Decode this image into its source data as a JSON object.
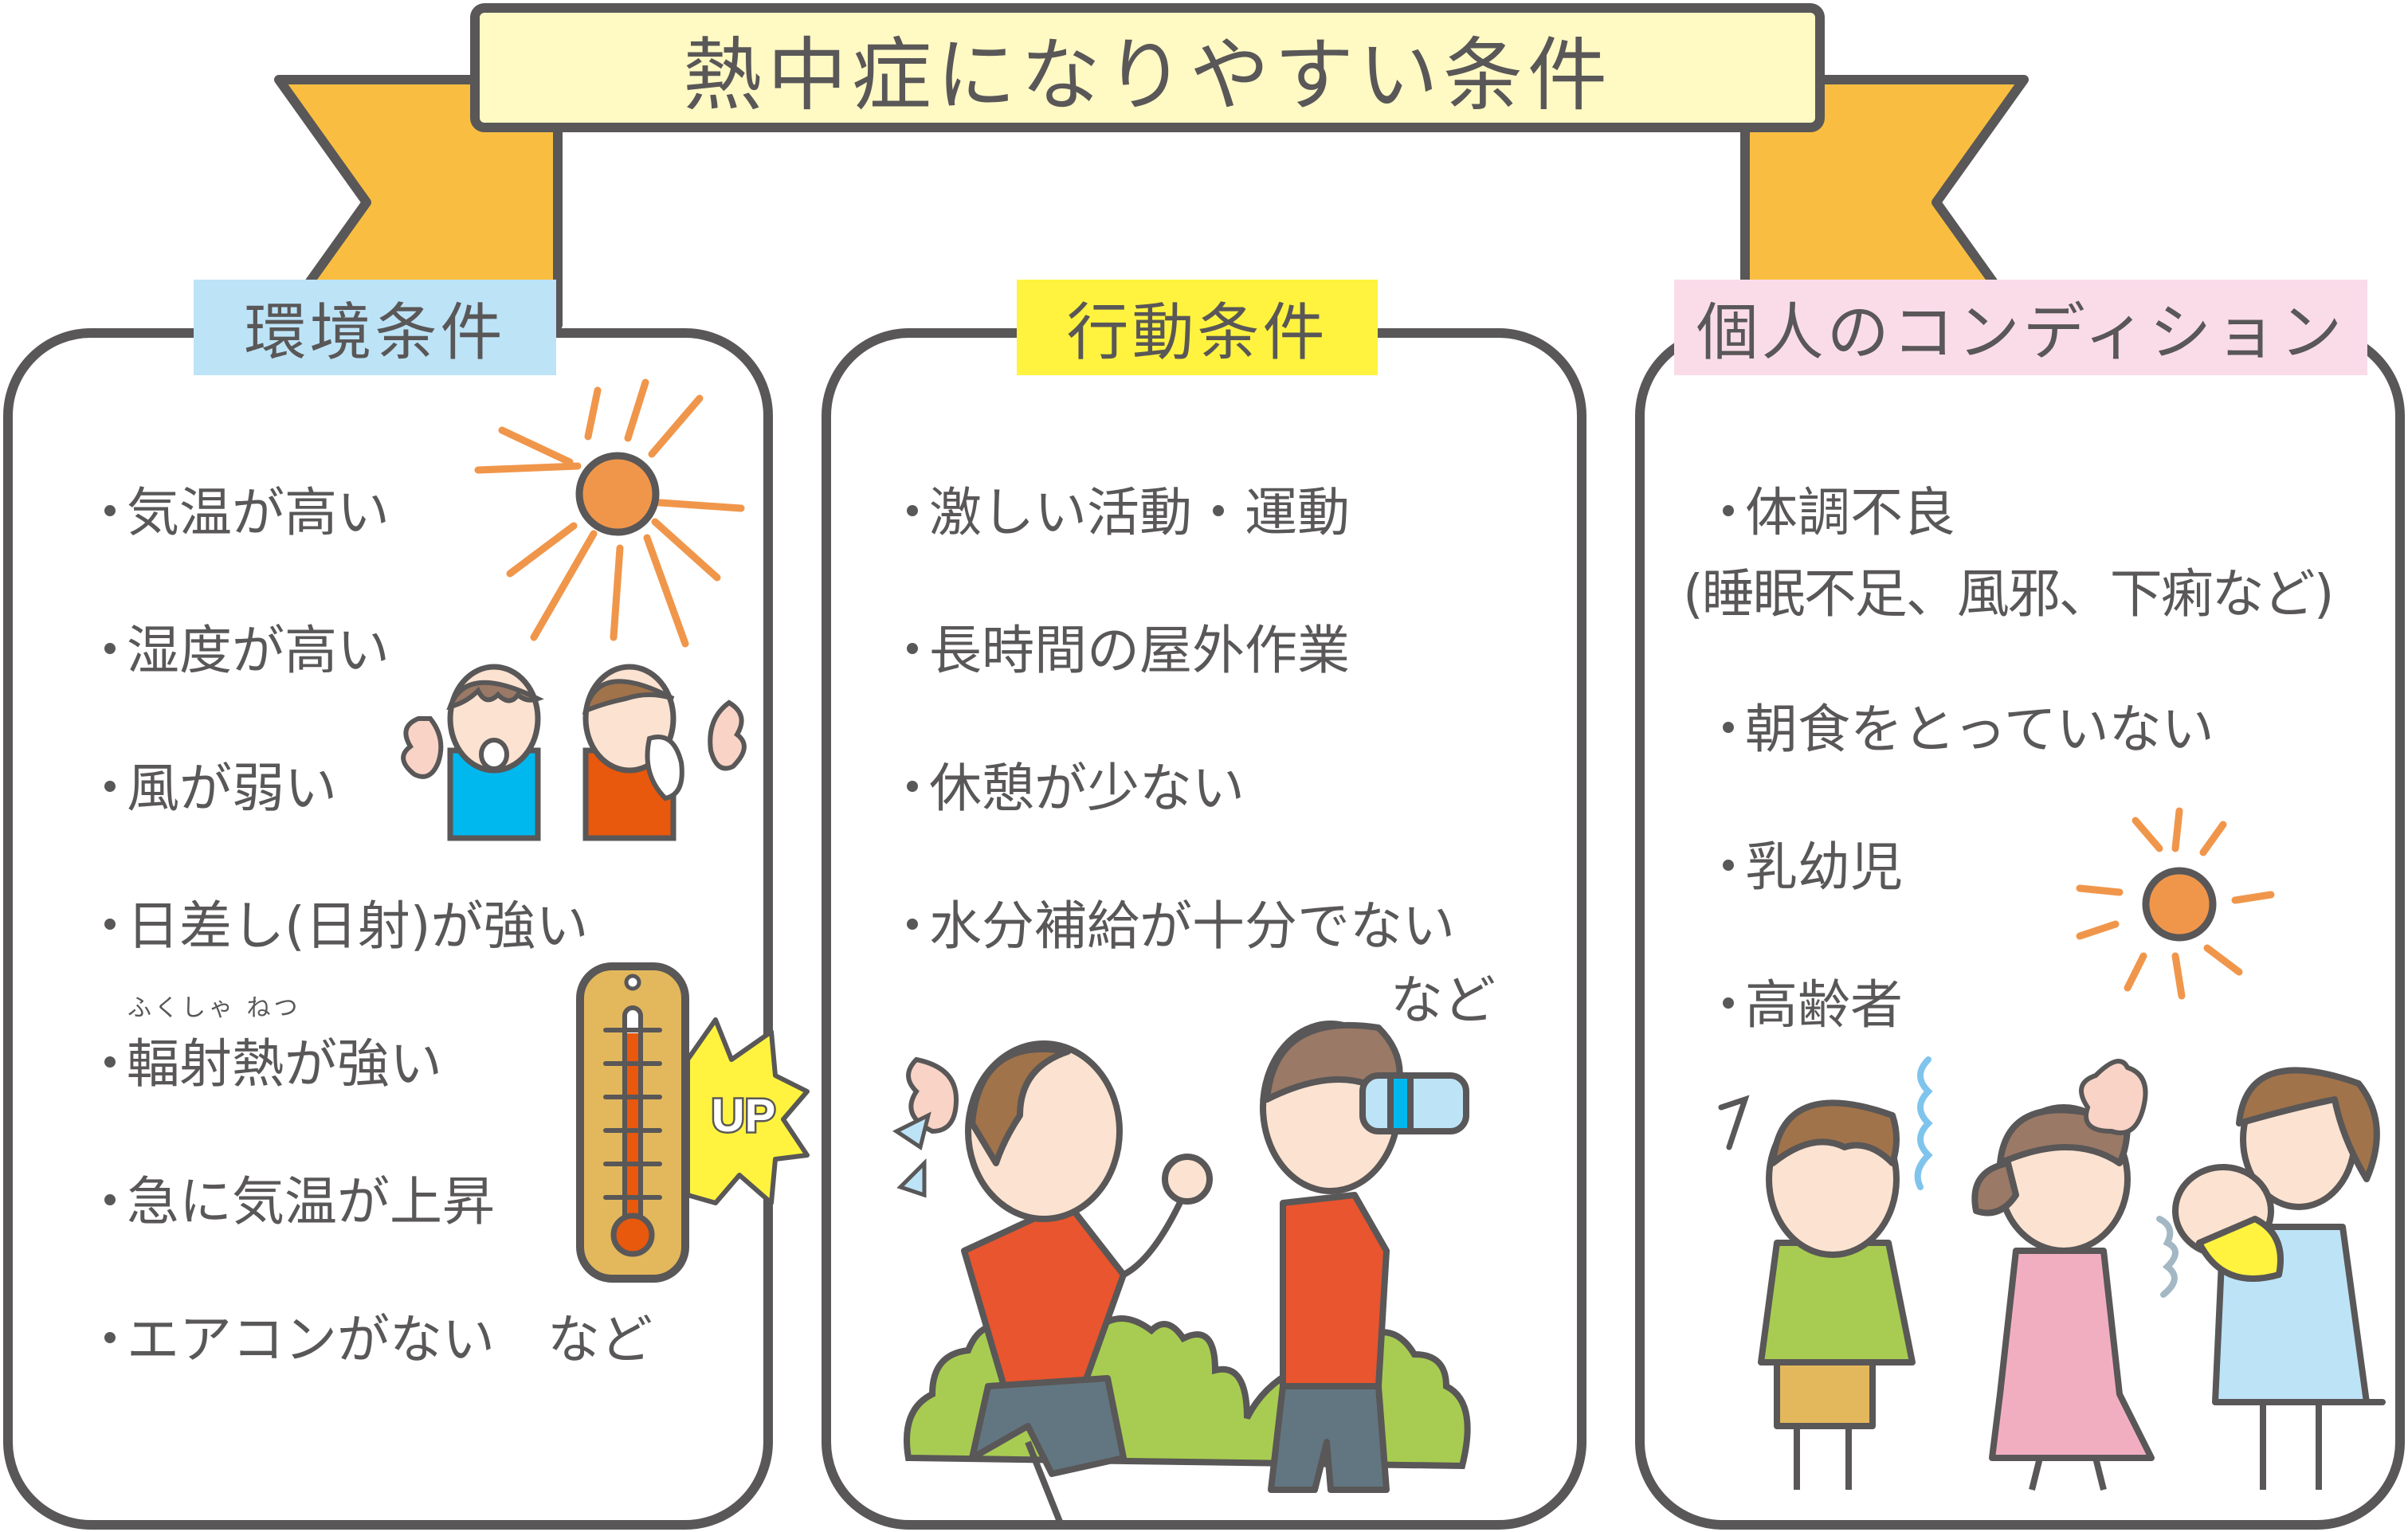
{
  "title": "熱中症になりやすい条件",
  "colors": {
    "outline": "#595757",
    "banner_fill": "#fff9c4",
    "ribbon_fill": "#f9be41",
    "label_environment": "#bde3f7",
    "label_behavior": "#fff33f",
    "label_personal": "#fadce9",
    "sun": "#f0964b"
  },
  "panels": {
    "environment": {
      "label": "環境条件",
      "items": [
        "気温が高い",
        "湿度が高い",
        "風が弱い",
        "日差し(日射)が強い",
        "輻射熱が強い",
        "急に気温が上昇",
        "エアコンがない　など"
      ],
      "ruby": "ふくしゃ ねつ",
      "bullet": "・",
      "illustrations": [
        "sun-icon",
        "sweating-children-illustration",
        "thermometer-icon",
        "up-burst-badge"
      ],
      "badge_text": "UP"
    },
    "behavior": {
      "label": "行動条件",
      "items": [
        "激しい活動・運動",
        "長時間の屋外作業",
        "休憩が少ない",
        "水分補給が十分でない"
      ],
      "suffix": "など",
      "bullet": "・",
      "illustrations": [
        "running-student-illustration",
        "drinking-student-illustration",
        "bushes"
      ]
    },
    "personal": {
      "label": "個人のコンディション",
      "items": [
        "体調不良",
        "朝食をとっていない",
        "乳幼児",
        "高齢者"
      ],
      "sub_item": "(睡眠不足、風邪、下痢など)",
      "bullet": "・",
      "illustrations": [
        "sun-icon",
        "sick-boy-illustration",
        "coughing-girl-illustration",
        "mother-with-baby-illustration"
      ]
    }
  }
}
